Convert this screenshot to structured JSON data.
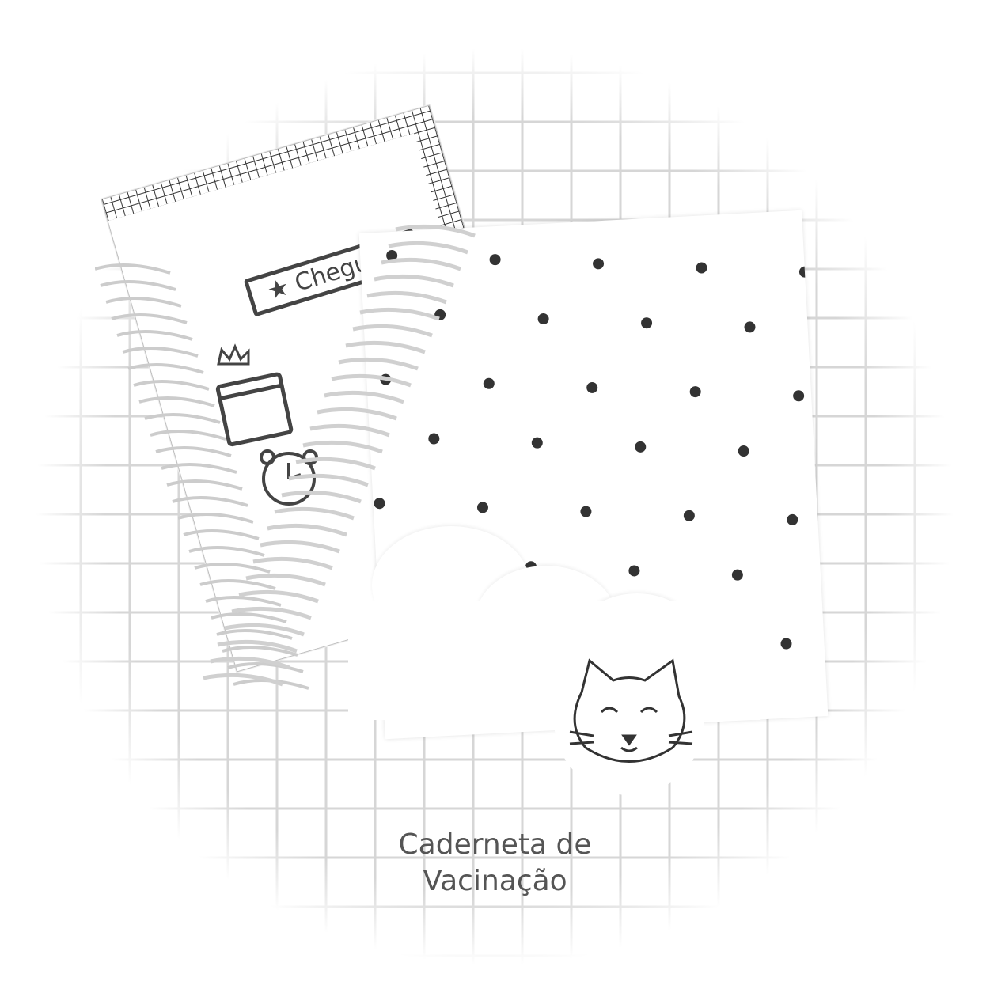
{
  "banner_text": "Chegue!",
  "title_line1": "Caderneta de",
  "title_line2": "Vacinação",
  "icons": [
    "crown-icon",
    "calendar-icon",
    "alarm-clock-icon",
    "cat-face-icon",
    "cloud-icon",
    "star-icon"
  ],
  "colors": {
    "ink": "#444444",
    "grid": "#d6d6d6",
    "background": "#ffffff"
  }
}
